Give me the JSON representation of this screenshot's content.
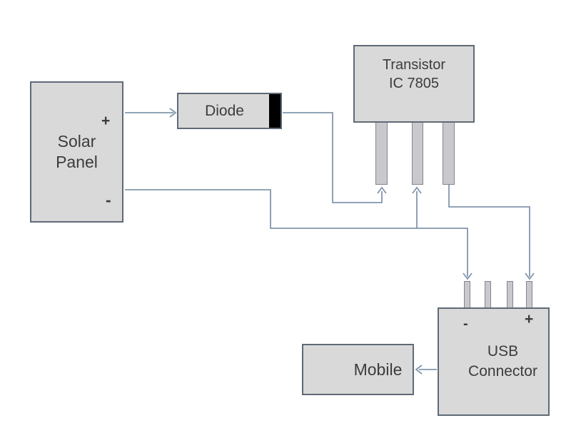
{
  "diagram": {
    "type": "circuit-block-diagram",
    "background": "#ffffff",
    "colors": {
      "box_fill": "#d9d9d9",
      "box_border": "#5f6a76",
      "wire": "#8396ac",
      "leg_fill": "#c9c9cd",
      "leg_border": "#82868f",
      "diode_band": "#000000",
      "text": "#3c3c3c"
    },
    "nodes": {
      "solar_panel": {
        "line1": "Solar",
        "line2": "Panel",
        "positive": "+",
        "negative": "-"
      },
      "diode": {
        "label": "Diode"
      },
      "transistor": {
        "line1": "Transistor",
        "line2": "IC 7805",
        "leg_count": 3
      },
      "usb_connector": {
        "line1": "USB",
        "line2": "Connector",
        "negative": "-",
        "positive": "+",
        "pin_count": 4
      },
      "mobile": {
        "label": "Mobile"
      }
    },
    "connections": [
      {
        "from": "solar-panel-positive",
        "to": "diode",
        "arrow_direction": "right"
      },
      {
        "from": "diode",
        "to": "transistor-leg-1",
        "arrow_direction": "up"
      },
      {
        "from": "solar-panel-negative",
        "to": "transistor-leg-2",
        "arrow_direction": "up"
      },
      {
        "from": "negative-bus",
        "to": "usb-pin-1",
        "arrow_direction": "down"
      },
      {
        "from": "transistor-leg-3",
        "to": "usb-pin-4",
        "arrow_direction": "down"
      },
      {
        "from": "usb-connector",
        "to": "mobile",
        "arrow_direction": "left"
      }
    ]
  }
}
